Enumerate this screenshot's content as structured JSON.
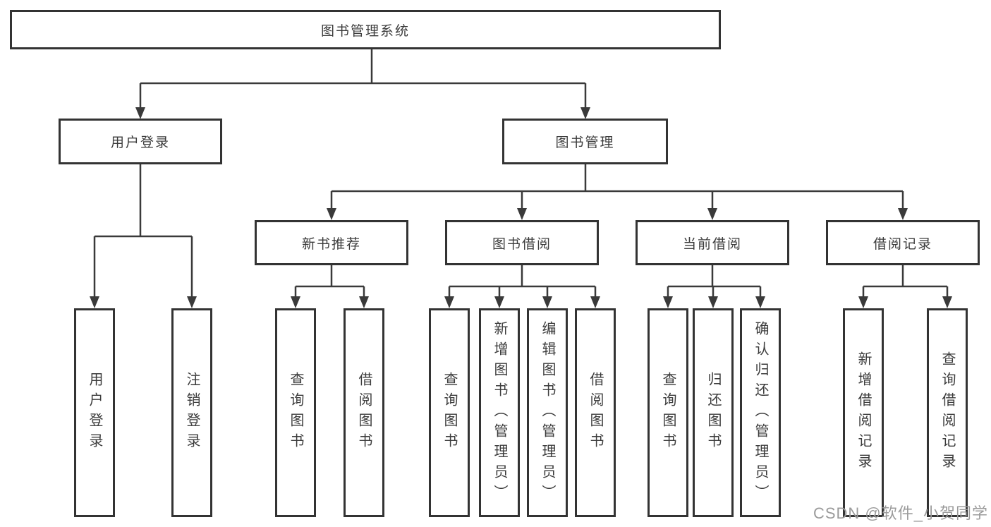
{
  "diagram_title": "图书管理系统",
  "tree": {
    "label": "图书管理系统",
    "children": [
      {
        "label": "用户登录",
        "children": [
          {
            "label": "用户登录"
          },
          {
            "label": "注销登录"
          }
        ]
      },
      {
        "label": "图书管理",
        "children": [
          {
            "label": "新书推荐",
            "children": [
              {
                "label": "查询图书"
              },
              {
                "label": "借阅图书"
              }
            ]
          },
          {
            "label": "图书借阅",
            "children": [
              {
                "label": "查询图书"
              },
              {
                "label": "新增图书（管理员）"
              },
              {
                "label": "编辑图书（管理员）"
              },
              {
                "label": "借阅图书"
              }
            ]
          },
          {
            "label": "当前借阅",
            "children": [
              {
                "label": "查询图书"
              },
              {
                "label": "归还图书"
              },
              {
                "label": "确认归还（管理员）"
              }
            ]
          },
          {
            "label": "借阅记录",
            "children": [
              {
                "label": "新增借阅记录"
              },
              {
                "label": "查询借阅记录"
              }
            ]
          }
        ]
      }
    ]
  },
  "watermark": {
    "text": "CSDN @软件_小贺同学"
  },
  "colors": {
    "background": "#ffffff",
    "line": "#3a3a3a",
    "box_border": "#333333",
    "box_fill": "#ffffff",
    "text": "#3c3c3c",
    "watermark": "#9b9b9b"
  }
}
